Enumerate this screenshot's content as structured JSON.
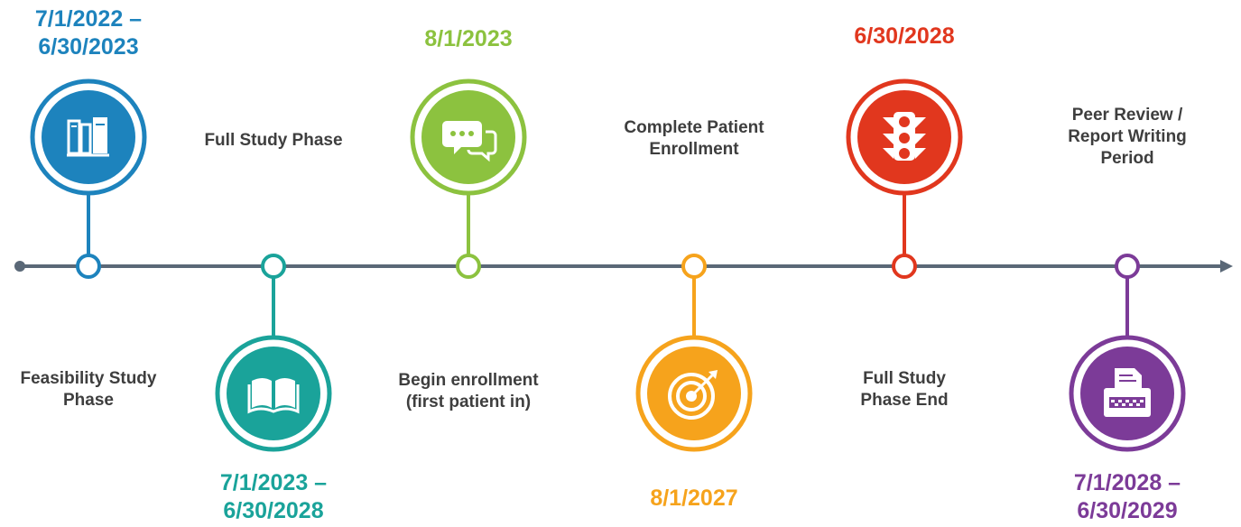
{
  "timeline": {
    "milestones": [
      {
        "id": "feasibility",
        "date": "7/1/2022 –\n6/30/2023",
        "label": "Feasibility Study\nPhase",
        "color": "#1d83bd",
        "icon": "books-icon",
        "placement": "above"
      },
      {
        "id": "full-study",
        "date": "7/1/2023 –\n6/30/2028",
        "label": "Full Study Phase",
        "color": "#1aa39a",
        "icon": "open-book-icon",
        "placement": "below"
      },
      {
        "id": "begin-enrollment",
        "date": "8/1/2023",
        "label": "Begin enrollment\n(first patient in)",
        "color": "#8cc23f",
        "icon": "chat-bubbles-icon",
        "placement": "above"
      },
      {
        "id": "complete-enrollment",
        "date": "8/1/2027",
        "label": "Complete Patient\nEnrollment",
        "color": "#f6a31c",
        "icon": "target-icon",
        "placement": "below"
      },
      {
        "id": "full-study-end",
        "date": "6/30/2028",
        "label": "Full Study\nPhase End",
        "color": "#e1371e",
        "icon": "traffic-light-icon",
        "placement": "above"
      },
      {
        "id": "peer-review",
        "date": "7/1/2028 –\n6/30/2029",
        "label": "Peer Review /\nReport Writing\nPeriod",
        "color": "#7c3b98",
        "icon": "typewriter-icon",
        "placement": "below"
      }
    ],
    "axis_color": "#5a6877"
  }
}
